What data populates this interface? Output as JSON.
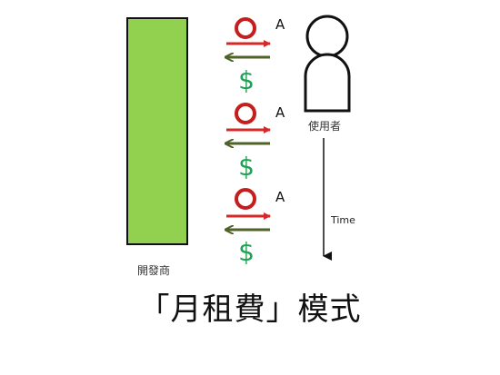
{
  "developer": {
    "label": "開發商"
  },
  "user": {
    "label": "使用者"
  },
  "timeline": {
    "label": "Time"
  },
  "exchanges": [
    {
      "service_label": "A",
      "payment_symbol": "$"
    },
    {
      "service_label": "A",
      "payment_symbol": "$"
    },
    {
      "service_label": "A",
      "payment_symbol": "$"
    }
  ],
  "title": "「月租費」模式",
  "colors": {
    "developer_bar": "#92d050",
    "service_arrow": "#d62828",
    "payment_arrow": "#4f6228",
    "dollar": "#1fa154"
  }
}
